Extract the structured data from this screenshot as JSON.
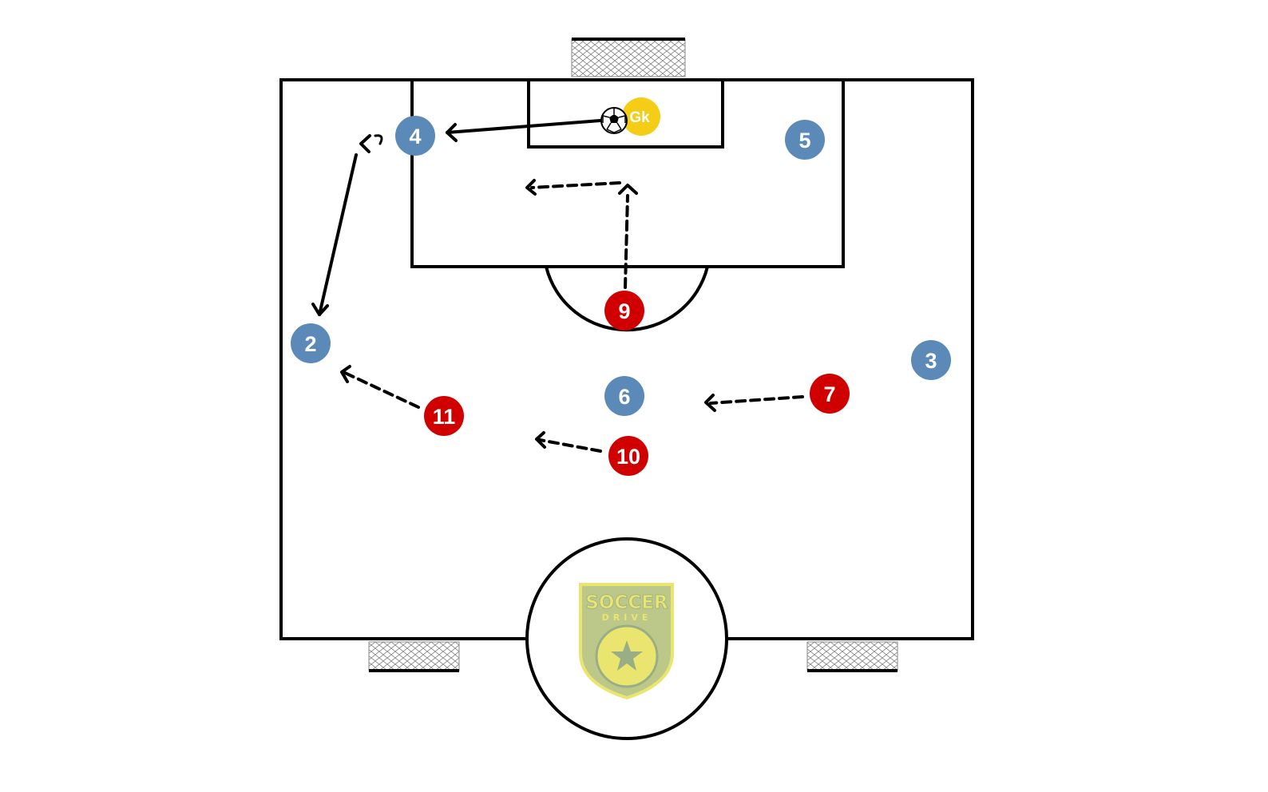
{
  "colors": {
    "background": "#ffffff",
    "lines": "#000000",
    "team_blue": "#5b8ab8",
    "team_red": "#d10000",
    "goalkeeper": "#f5cc16",
    "player_text": "#ffffff",
    "logo_fill": "#bcc78a",
    "logo_outline": "#e9e56e"
  },
  "players": {
    "gk": {
      "label": "Gk",
      "team": "goalkeeper"
    },
    "b4": {
      "label": "4",
      "team": "blue"
    },
    "b5": {
      "label": "5",
      "team": "blue"
    },
    "b2": {
      "label": "2",
      "team": "blue"
    },
    "b3": {
      "label": "3",
      "team": "blue"
    },
    "b6": {
      "label": "6",
      "team": "blue"
    },
    "r9": {
      "label": "9",
      "team": "red"
    },
    "r7": {
      "label": "7",
      "team": "red"
    },
    "r11": {
      "label": "11",
      "team": "red"
    },
    "r10": {
      "label": "10",
      "team": "red"
    }
  },
  "logo": {
    "line1": "SOCCER",
    "line2": "DRIVE"
  },
  "icons": {
    "ball": "soccer-ball-icon",
    "goal_net": "goal-net-icon"
  }
}
